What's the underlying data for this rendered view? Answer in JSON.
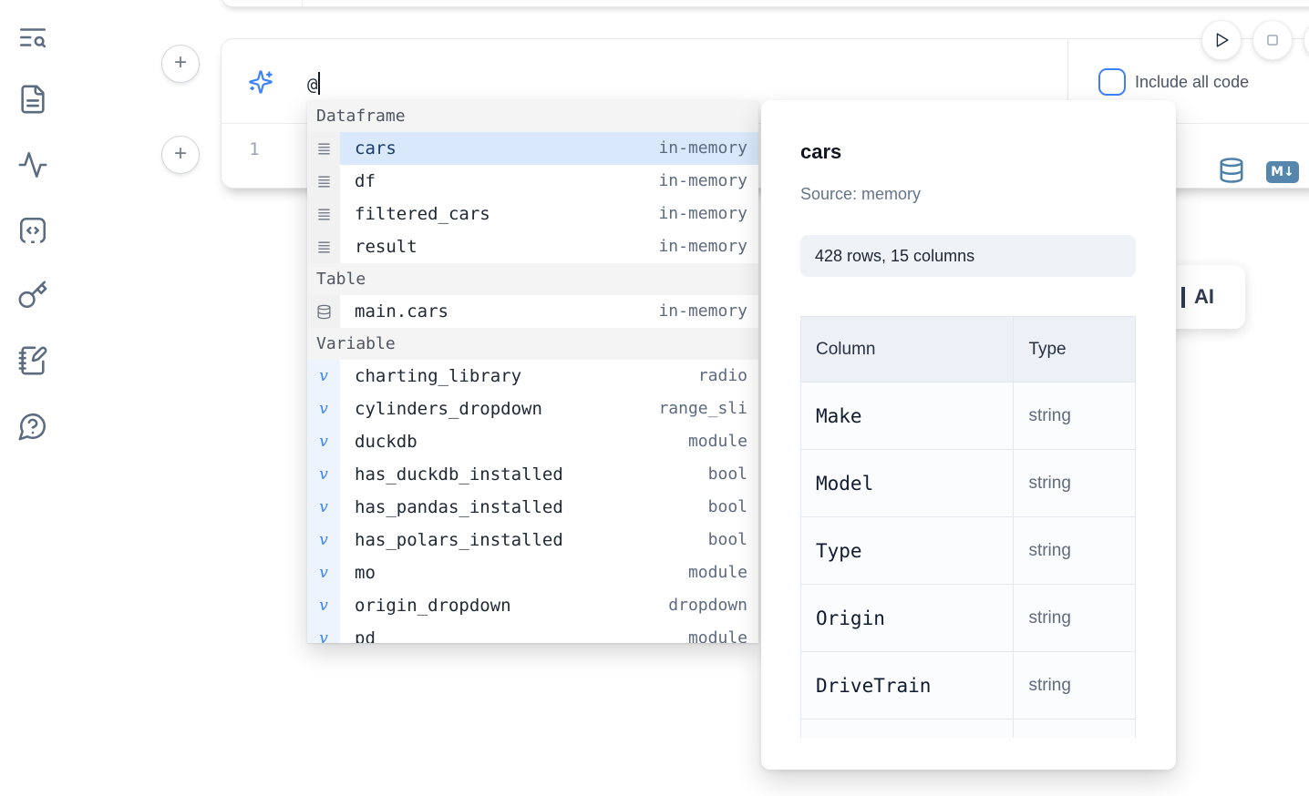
{
  "colors": {
    "accent_blue": "#3b82f6",
    "selected_row_bg": "#d9e8fb",
    "steel_blue": "#4e81aa",
    "sidebar_icon": "#5b6b80",
    "border": "#e7e8ea"
  },
  "sidebar": {
    "icons": [
      "text-search",
      "file-text",
      "activity",
      "code-square-dashed",
      "key",
      "notebook-pen",
      "help-circle"
    ]
  },
  "run_controls": {
    "icons": [
      "play",
      "stop",
      "more-clipped"
    ]
  },
  "cell": {
    "prompt_value": "@",
    "include_all_code": {
      "label": "Include all code",
      "checked": false
    },
    "line_number": "1",
    "markdown_badge": "M↓",
    "add_button_label": "+"
  },
  "autocomplete": {
    "sections": [
      {
        "label": "Dataframe",
        "kind": "dataframe",
        "items": [
          {
            "name": "cars",
            "type": "in-memory",
            "selected": true
          },
          {
            "name": "df",
            "type": "in-memory"
          },
          {
            "name": "filtered_cars",
            "type": "in-memory"
          },
          {
            "name": "result",
            "type": "in-memory"
          }
        ]
      },
      {
        "label": "Table",
        "kind": "table",
        "items": [
          {
            "name": "main.cars",
            "type": "in-memory"
          }
        ]
      },
      {
        "label": "Variable",
        "kind": "variable",
        "items": [
          {
            "name": "charting_library",
            "type": "radio"
          },
          {
            "name": "cylinders_dropdown",
            "type": "range_sli"
          },
          {
            "name": "duckdb",
            "type": "module"
          },
          {
            "name": "has_duckdb_installed",
            "type": "bool"
          },
          {
            "name": "has_pandas_installed",
            "type": "bool"
          },
          {
            "name": "has_polars_installed",
            "type": "bool"
          },
          {
            "name": "mo",
            "type": "module"
          },
          {
            "name": "origin_dropdown",
            "type": "dropdown"
          },
          {
            "name": "pd",
            "type": "module",
            "clipped": true
          }
        ]
      }
    ]
  },
  "preview": {
    "title": "cars",
    "source": "Source: memory",
    "shape": "428 rows, 15 columns",
    "table": {
      "headers": [
        "Column",
        "Type"
      ],
      "rows": [
        [
          "Make",
          "string"
        ],
        [
          "Model",
          "string"
        ],
        [
          "Type",
          "string"
        ],
        [
          "Origin",
          "string"
        ],
        [
          "DriveTrain",
          "string"
        ]
      ]
    }
  },
  "ai_button": {
    "label": "AI"
  }
}
